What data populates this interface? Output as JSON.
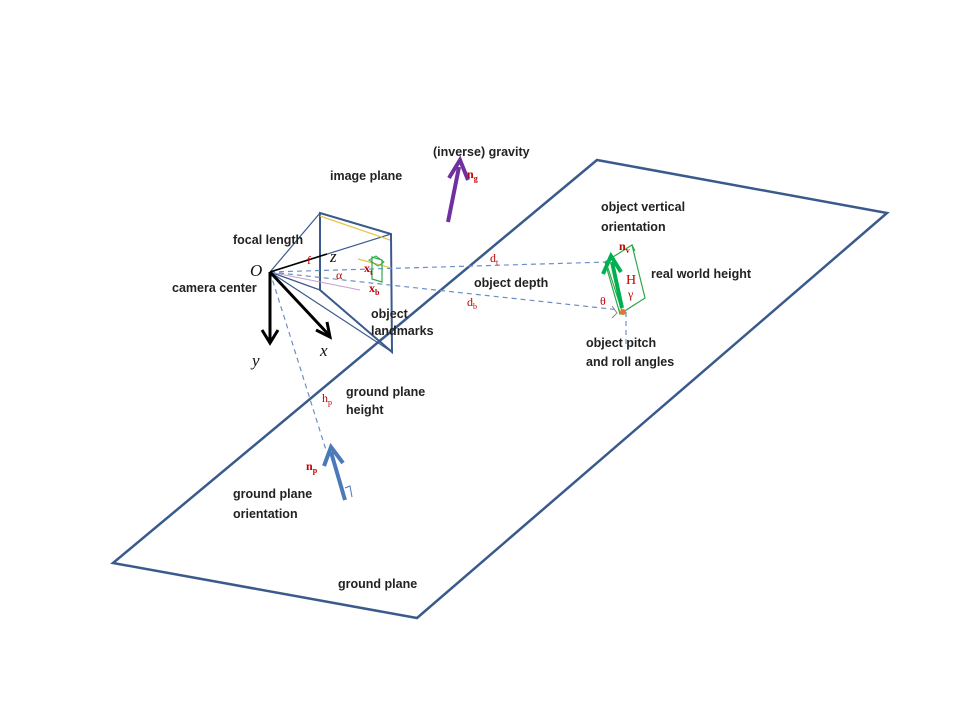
{
  "labels": {
    "inverse_gravity": "(inverse) gravity",
    "image_plane": "image plane",
    "focal_length": "focal length",
    "camera_center": "camera center",
    "object_vertical_orientation_1": "object  vertical",
    "object_vertical_orientation_2": "orientation",
    "real_world_height": "real world height",
    "object_depth": "object depth",
    "object_landmarks_1": "object",
    "object_landmarks_2": "landmarks",
    "object_pitch_roll_1": "object pitch",
    "object_pitch_roll_2": "and roll angles",
    "ground_plane_height_1": "ground plane",
    "ground_plane_height_2": "height",
    "ground_plane_orientation_1": "ground plane",
    "ground_plane_orientation_2": "orientation",
    "ground_plane": "ground plane"
  },
  "symbols": {
    "origin": "O",
    "z_axis": "z",
    "x_axis": "x",
    "y_axis": "y",
    "f": "f",
    "alpha": "α",
    "x_t": "x",
    "x_t_sub": "t",
    "x_b": "x",
    "x_b_sub": "b",
    "d_t": "d",
    "d_t_sub": "t",
    "d_b": "d",
    "d_b_sub": "b",
    "n_g": "n",
    "n_g_sub": "g",
    "n_v": "n",
    "n_v_sub": "v",
    "H": "H",
    "gamma": "γ",
    "theta": "θ",
    "h_p": "h",
    "h_p_sub": "p",
    "n_p": "n",
    "n_p_sub": "p"
  },
  "colors": {
    "plane_outline": "#3a5a8c",
    "gravity_arrow": "#7030a0",
    "ground_normal_arrow": "#4a7ab8",
    "object_arrow": "#00b050",
    "object_box": "#2ea84a",
    "dashed_line": "#6b8fc4",
    "symbol_text": "#c00000",
    "axis": "#000000"
  }
}
